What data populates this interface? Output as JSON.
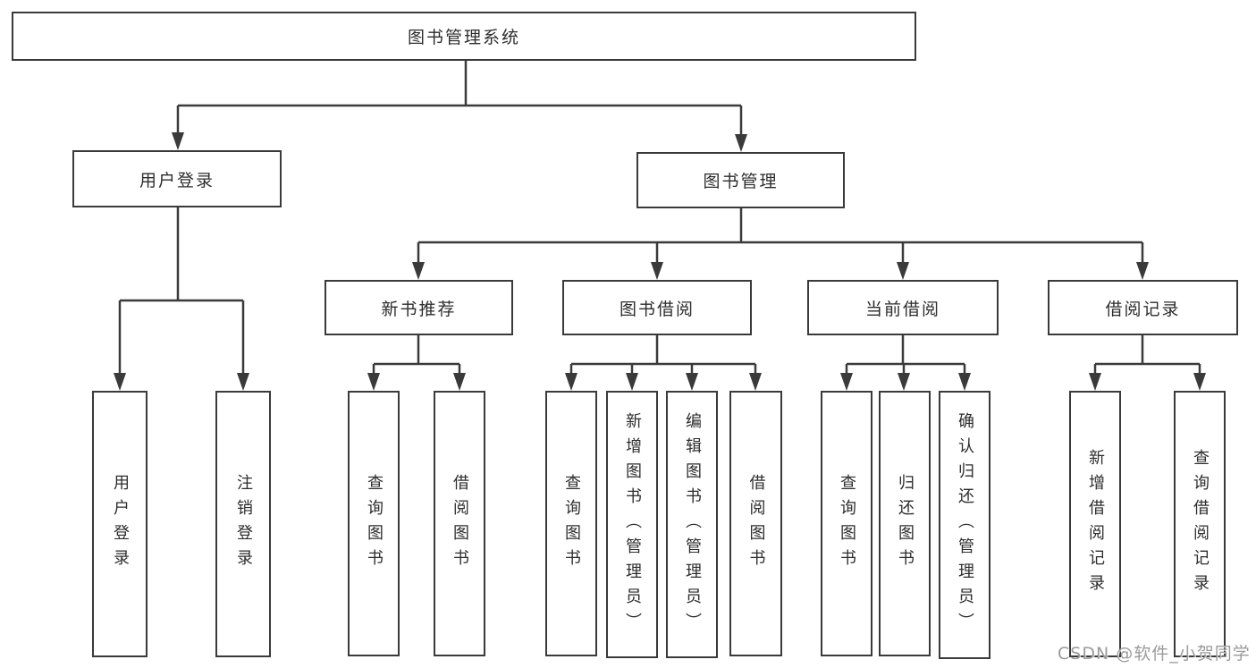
{
  "diagram_title": "图书管理系统",
  "tree": {
    "root": {
      "label": "图书管理系统"
    },
    "level2": {
      "user_login": {
        "label": "用户登录"
      },
      "book_management": {
        "label": "图书管理"
      }
    },
    "level3": {
      "new_book_recommend": {
        "label": "新书推荐"
      },
      "book_borrowing": {
        "label": "图书借阅"
      },
      "current_borrowing": {
        "label": "当前借阅"
      },
      "borrowing_records": {
        "label": "借阅记录"
      }
    },
    "leaves": {
      "user_login": "用户登录",
      "logout": "注销登录",
      "query_book_recommend": "查询图书",
      "borrow_book_recommend": "借阅图书",
      "query_book_borrowing": "查询图书",
      "add_book_admin": "新增图书（管理员）",
      "edit_book_admin": "编辑图书（管理员）",
      "borrow_book_borrowing": "借阅图书",
      "query_book_current": "查询图书",
      "return_book": "归还图书",
      "confirm_return_admin": "确认归还（管理员）",
      "add_borrow_record": "新增借阅记录",
      "query_borrow_record": "查询借阅记录"
    }
  },
  "watermark": {
    "text": "CSDN @软件_小贺同学"
  },
  "colors": {
    "line": "#3a3a3a",
    "box_border": "#3a3a3a",
    "text": "#2d2d2d",
    "watermark": "#9b9b9b",
    "background": "#ffffff"
  }
}
